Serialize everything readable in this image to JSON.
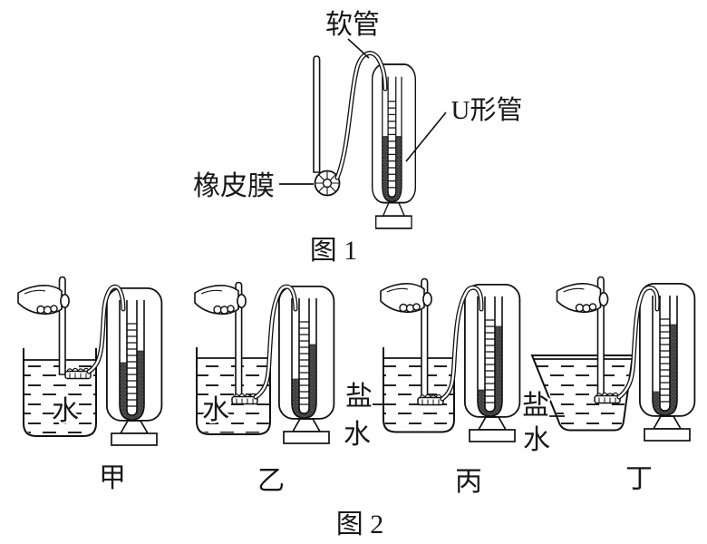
{
  "page": {
    "background": "#ffffff",
    "ink_color": "#1a1a1a"
  },
  "figure1": {
    "caption": "图 1",
    "labels": {
      "soft_tube": "软管",
      "rubber_membrane": "橡皮膜",
      "u_tube": "U形管"
    }
  },
  "figure2": {
    "caption": "图 2",
    "setups": [
      {
        "label": "甲",
        "liquid": "水",
        "liquid_chars": [
          "水"
        ]
      },
      {
        "label": "乙",
        "liquid": "水",
        "liquid_chars": [
          "水"
        ]
      },
      {
        "label": "丙",
        "liquid": "盐水",
        "liquid_chars": [
          "盐",
          "水"
        ]
      },
      {
        "label": "丁",
        "liquid": "盐水",
        "liquid_chars": [
          "盐",
          "水"
        ]
      }
    ]
  }
}
